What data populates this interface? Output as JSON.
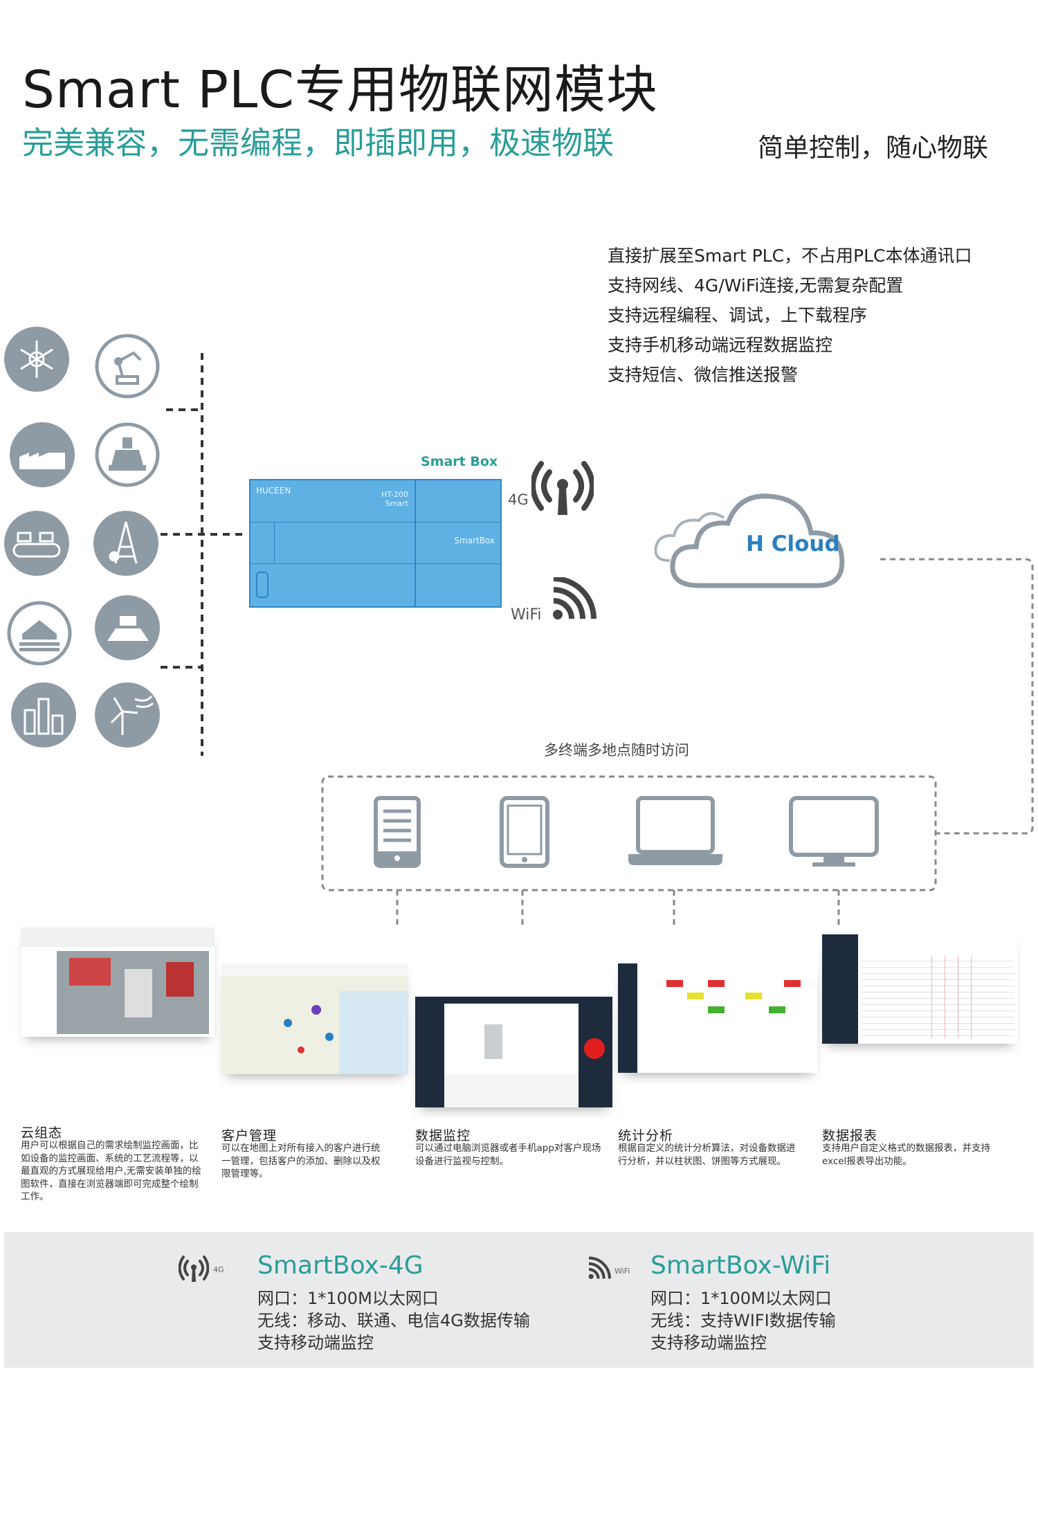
{
  "header": {
    "title": "Smart PLC专用物联网模块",
    "subtitle": "完美兼容，无需编程，即插即用，极速物联",
    "tagline": "简单控制，随心物联"
  },
  "features": [
    "直接扩展至Smart PLC，不占用PLC本体通讯口",
    "支持网线、4G/WiFi连接,无需复杂配置",
    "支持远程编程、调试，上下载程序",
    "支持手机移动端远程数据监控",
    "支持短信、微信推送报警"
  ],
  "diagram": {
    "smartbox_label": "Smart Box",
    "module_brand": "HUCEEN",
    "module_model": "HT-200",
    "module_sub": "Smart",
    "module_smartbox": "SmartBox",
    "label_4g": "4G",
    "label_wifi": "WiFi",
    "cloud_label": "H Cloud",
    "terminals_caption": "多终端多地点随时访问",
    "industry_icons": [
      "snowflake-icon",
      "robot-arm-icon",
      "factory-icon",
      "oil-pump-icon",
      "conveyor-icon",
      "oil-derrick-icon",
      "farm-barn-icon",
      "harvester-icon",
      "refinery-icon",
      "wind-turbine-icon"
    ],
    "terminal_icons": [
      "phone-icon",
      "tablet-icon",
      "laptop-icon",
      "monitor-icon"
    ]
  },
  "functions": [
    {
      "title": "云组态",
      "desc": "用户可以根据自己的需求绘制监控画面，比如设备的监控画面、系统的工艺流程等，以最直观的方式展现给用户,无需安装单独的绘图软件，直接在浏览器端即可完成整个绘制工作。"
    },
    {
      "title": "客户管理",
      "desc": "可以在地图上对所有接入的客户进行统一管理，包括客户的添加、删除以及权限管理等。"
    },
    {
      "title": "数据监控",
      "desc": "可以通过电脑浏览器或者手机app对客户现场设备进行监视与控制。"
    },
    {
      "title": "统计分析",
      "desc": "根据自定义的统计分析算法，对设备数据进行分析，并以柱状图、饼图等方式展现。"
    },
    {
      "title": "数据报表",
      "desc": "支持用户自定义格式的数据报表，并支持excel报表导出功能。"
    }
  ],
  "products": [
    {
      "icon_tag": "4G",
      "name": "SmartBox-4G",
      "lines": [
        "网口：1*100M以太网口",
        "无线：移动、联通、电信4G数据传输",
        "支持移动端监控"
      ]
    },
    {
      "icon_tag": "WiFi",
      "name": "SmartBox-WiFi",
      "lines": [
        "网口：1*100M以太网口",
        "无线：支持WIFI数据传输",
        "支持移动端监控"
      ]
    }
  ],
  "colors": {
    "accent": "#2a9d98",
    "icon_gray": "#8e9ba5",
    "module_blue": "#5fb1e3",
    "cloud_blue": "#2b7fc0"
  }
}
